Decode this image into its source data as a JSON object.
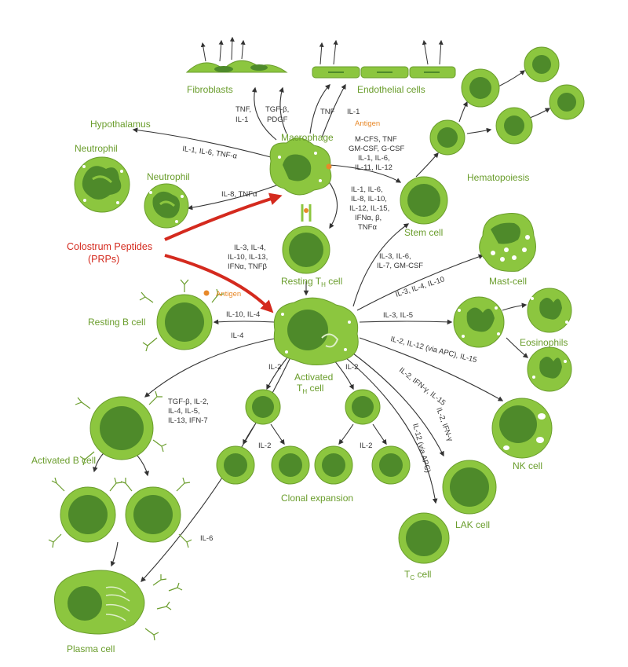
{
  "colors": {
    "cell_outer": "#8cc63f",
    "cell_outer_dark": "#6a9d2c",
    "nucleus": "#4e8a2a",
    "arrow": "#333333",
    "prp_arrow": "#d42a1e",
    "antigen": "#e8892a",
    "label_green": "#6a9d2c"
  },
  "labels": {
    "fibroblasts": "Fibroblasts",
    "endothelial": "Endothelial cells",
    "hypothalamus": "Hypothalamus",
    "macrophage": "Macrophage",
    "antigen_top": "Antigen",
    "neutrophil_left": "Neutrophil",
    "neutrophil_mid": "Neutrophil",
    "hematopoiesis": "Hematopoiesis",
    "stem_cell": "Stem cell",
    "prp_line1": "Colostrum Peptides",
    "prp_line2": "(PRPs)",
    "resting_th": "Resting T",
    "resting_th_sub": "H",
    "resting_th_suffix": " cell",
    "mast_cell": "Mast-cell",
    "antigen_b": "Antigen",
    "resting_b": "Resting B cell",
    "activated_th": "Activated",
    "activated_th_2": "T",
    "activated_th_sub": "H",
    "activated_th_suffix": " cell",
    "eosinophils": "Eosinophils",
    "activated_b": "Activated B cell",
    "clonal": "Clonal expansion",
    "nk_cell": "NK cell",
    "lak_cell": "LAK cell",
    "tc_cell": "T",
    "tc_sub": "C",
    "tc_suffix": " cell",
    "plasma_cell": "Plasma cell"
  },
  "cytokines": {
    "fib_1": "TNF,",
    "fib_2": "IL-1",
    "pdgf_1": "TGF-β,",
    "pdgf_2": "PDGF",
    "endo_tnf": "TNF",
    "endo_il1": "IL-1",
    "hypo": "IL-1, IL-6, TNF-α",
    "stem_1": "M-CFS, TNF",
    "stem_2": "GM-CSF, G-CSF",
    "stem_3": "IL-1, IL-6,",
    "stem_4": "IL-11, IL-12",
    "neut": "IL-8, TNFα",
    "th_1": "IL-1, IL-6,",
    "th_2": "IL-8, IL-10,",
    "th_3": "IL-12, IL-15,",
    "th_4": "IFNα, β,",
    "th_5": "TNFα",
    "prp_1": "IL-3, IL-4,",
    "prp_2": "IL-10, IL-13,",
    "prp_3": "IFNα, TNFβ",
    "stem_up_1": "IL-3, IL-6,",
    "stem_up_2": "IL-7, GM-CSF",
    "mast": "IL-3, IL-4, IL-10",
    "eos": "IL-3, IL-5",
    "restb": "IL-10, IL-4",
    "il4": "IL-4",
    "nk": "IL-2, IL-12 (via APC), IL-15",
    "lak": "IL-2, IFN-γ, IL-15",
    "tc_1": "IL-2, IFN-γ",
    "tc_2": "IL-12 (via APC)",
    "actb_1": "TGF-β, IL-2,",
    "actb_2": "IL-4, IL-5,",
    "actb_3": "IL-13, IFN-7",
    "il2_a": "IL-2",
    "il2_b": "IL-2",
    "il2_c": "IL-2",
    "il2_d": "IL-2",
    "il6": "IL-6"
  }
}
